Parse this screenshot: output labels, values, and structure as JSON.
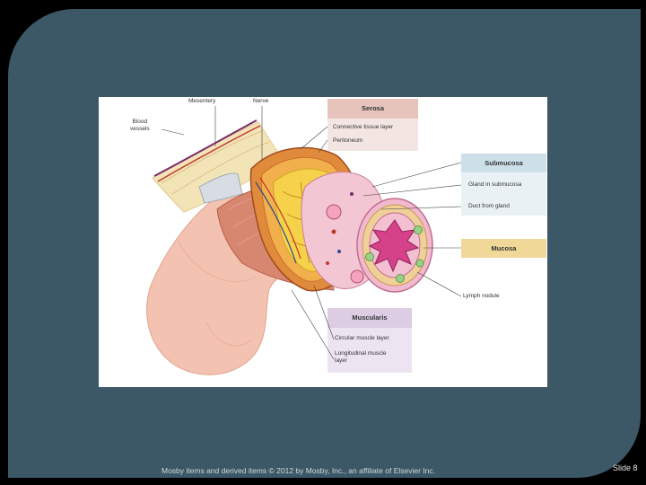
{
  "labels": {
    "mesentery": "Mesentery",
    "nerve": "Nerve",
    "blood_vessels": "Blood\nvessels",
    "serosa": "Serosa",
    "connective_tissue_layer": "Connective tissue layer",
    "peritoneum": "Peritoneum",
    "submucosa": "Submucosa",
    "gland_in_submucosa": "Gland in submucosa",
    "duct_from_gland": "Duct from gland",
    "mucosa": "Mucosa",
    "lymph_nodule": "Lymph nodule",
    "muscularis": "Muscularis",
    "circular_muscle_layer": "Circular muscle layer",
    "longitudinal_muscle_layer": "Longitudinal muscle\nlayer"
  },
  "colors": {
    "slide_bg": "#3c5867",
    "serosa_box": "#e6c4bb",
    "submucosa_box": "#cde0ea",
    "mucosa_box": "#efd898",
    "muscularis_box": "#dccde4"
  },
  "footer": {
    "copyright": "Mosby items and derived items © 2012 by Mosby, Inc., an affiliate of Elsevier Inc.",
    "slide_number": "Slide 8"
  }
}
